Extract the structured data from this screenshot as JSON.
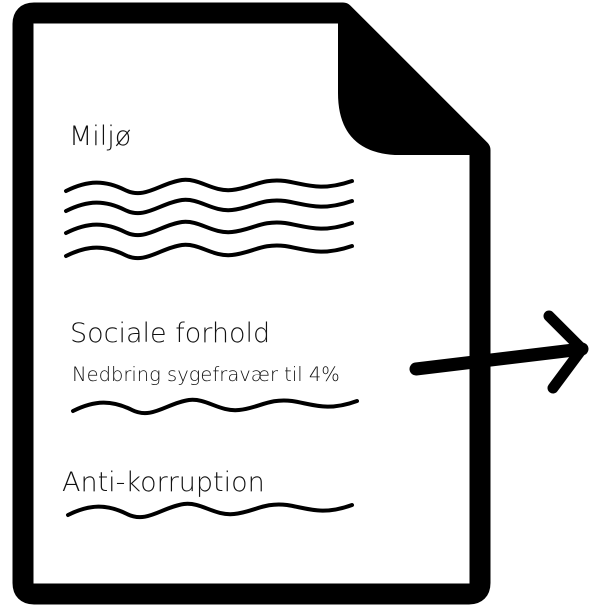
{
  "document": {
    "sections": [
      {
        "heading": "Miljø"
      },
      {
        "heading": "Sociale forhold",
        "subheading": "Nedbring sygefravær til 4%"
      },
      {
        "heading": "Anti-korruption"
      }
    ]
  },
  "icons": {
    "document": "document-icon",
    "arrow": "arrow-right-icon"
  },
  "colors": {
    "ink": "#000000",
    "paper": "#ffffff"
  }
}
